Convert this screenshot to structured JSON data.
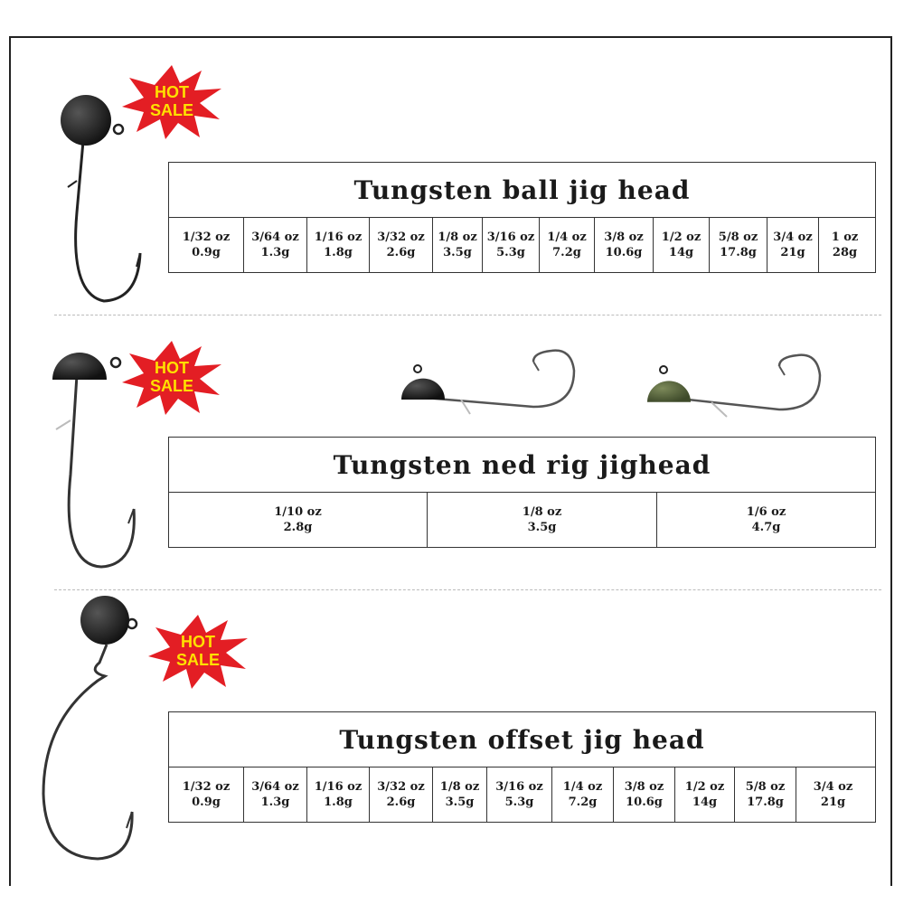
{
  "badge": {
    "line1": "HOT",
    "line2": "SALE",
    "color": "#e31e24",
    "text_color": "#ffe000"
  },
  "tables": [
    {
      "title": "Tungsten  ball jig head",
      "cells": [
        {
          "oz": "1/32 oz",
          "g": "0.9g"
        },
        {
          "oz": "3/64 oz",
          "g": "1.3g"
        },
        {
          "oz": "1/16 oz",
          "g": "1.8g"
        },
        {
          "oz": "3/32 oz",
          "g": "2.6g"
        },
        {
          "oz": "1/8 oz",
          "g": "3.5g"
        },
        {
          "oz": "3/16 oz",
          "g": "5.3g"
        },
        {
          "oz": "1/4 oz",
          "g": "7.2g"
        },
        {
          "oz": "3/8 oz",
          "g": "10.6g"
        },
        {
          "oz": "1/2 oz",
          "g": "14g"
        },
        {
          "oz": "5/8 oz",
          "g": "17.8g"
        },
        {
          "oz": "3/4 oz",
          "g": "21g"
        },
        {
          "oz": "1 oz",
          "g": "28g"
        }
      ]
    },
    {
      "title": "Tungsten ned rig jighead",
      "cells": [
        {
          "oz": "1/10 oz",
          "g": "2.8g"
        },
        {
          "oz": "1/8 oz",
          "g": "3.5g"
        },
        {
          "oz": "1/6 oz",
          "g": "4.7g"
        }
      ]
    },
    {
      "title": "Tungsten offset jig head",
      "cells": [
        {
          "oz": "1/32 oz",
          "g": "0.9g"
        },
        {
          "oz": "3/64 oz",
          "g": "1.3g"
        },
        {
          "oz": "1/16 oz",
          "g": "1.8g"
        },
        {
          "oz": "3/32 oz",
          "g": "2.6g"
        },
        {
          "oz": "1/8 oz",
          "g": "3.5g"
        },
        {
          "oz": "3/16 oz",
          "g": "5.3g"
        },
        {
          "oz": "1/4 oz",
          "g": "7.2g"
        },
        {
          "oz": "3/8 oz",
          "g": "10.6g"
        },
        {
          "oz": "1/2 oz",
          "g": "14g"
        },
        {
          "oz": "5/8 oz",
          "g": "17.8g"
        },
        {
          "oz": "3/4 oz",
          "g": "21g"
        }
      ]
    }
  ]
}
